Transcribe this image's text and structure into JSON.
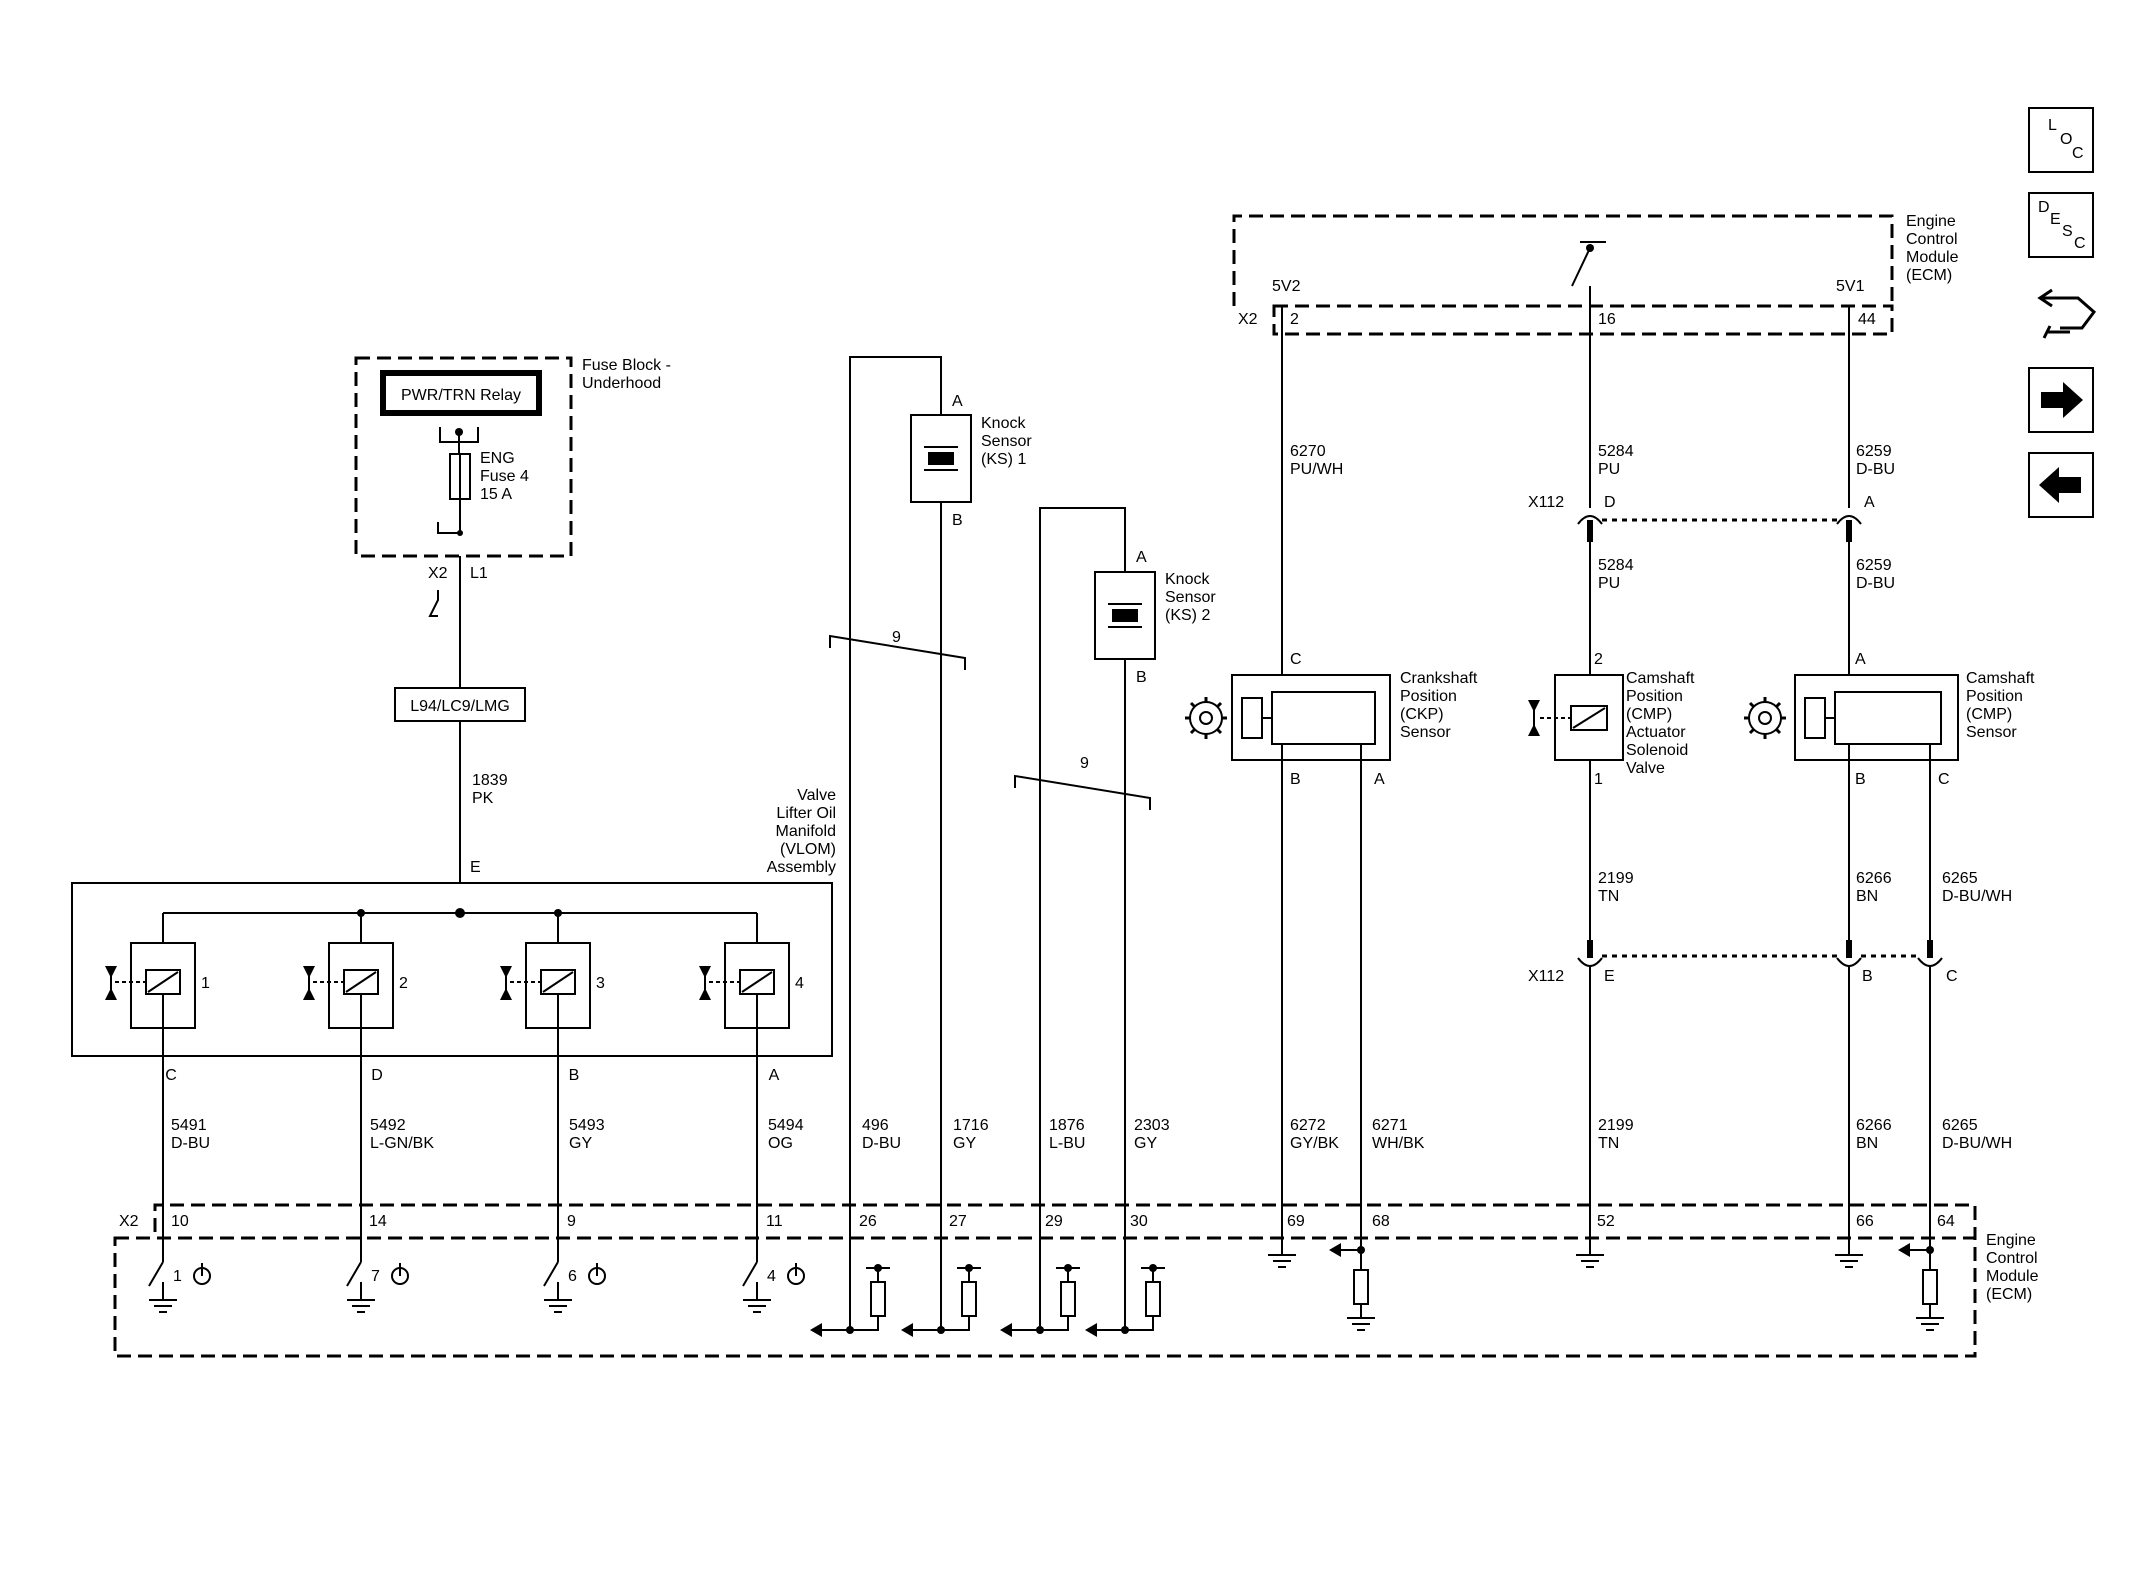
{
  "nav": {
    "loc": "L O C",
    "desc": "D E S C",
    "loc_chars": [
      "L",
      "O",
      "C"
    ],
    "desc_chars": [
      "D",
      "E",
      "S",
      "C"
    ]
  },
  "fuse_block": {
    "title_1": "Fuse Block -",
    "title_2": "Underhood",
    "relay": "PWR/TRN Relay",
    "fuse_1": "ENG",
    "fuse_2": "Fuse 4",
    "fuse_3": "15 A",
    "connector": "X2",
    "pin": "L1"
  },
  "option_box": "L94/LC9/LMG",
  "vlom": {
    "title": [
      "Valve",
      "Lifter Oil",
      "Manifold",
      "(VLOM)",
      "Assembly"
    ],
    "pin_in": "E",
    "wire_in": [
      "1839",
      "PK"
    ],
    "solenoids": [
      "1",
      "2",
      "3",
      "4"
    ],
    "pins_out": [
      "C",
      "D",
      "B",
      "A"
    ],
    "wires": [
      [
        "5491",
        "D-BU"
      ],
      [
        "5492",
        "L-GN/BK"
      ],
      [
        "5493",
        "GY"
      ],
      [
        "5494",
        "OG"
      ]
    ]
  },
  "knock": {
    "ks1": [
      "Knock",
      "Sensor",
      "(KS) 1"
    ],
    "ks2": [
      "Knock",
      "Sensor",
      "(KS) 2"
    ],
    "pin_a": "A",
    "pin_b": "B",
    "twist": "9",
    "wires": [
      [
        "496",
        "D-BU"
      ],
      [
        "1716",
        "GY"
      ],
      [
        "1876",
        "L-BU"
      ],
      [
        "2303",
        "GY"
      ]
    ]
  },
  "ecm_top": {
    "title": [
      "Engine",
      "Control",
      "Module",
      "(ECM)"
    ],
    "connector": "X2",
    "v5_2": "5V2",
    "v5_1": "5V1",
    "pins": [
      "2",
      "16",
      "44"
    ]
  },
  "ckp": {
    "title": [
      "Crankshaft",
      "Position",
      "(CKP)",
      "Sensor"
    ],
    "pin_c": "C",
    "pin_b": "B",
    "pin_a": "A",
    "wire_top": [
      "6270",
      "PU/WH"
    ],
    "wires": [
      [
        "6272",
        "GY/BK"
      ],
      [
        "6271",
        "WH/BK"
      ]
    ]
  },
  "cmp_actuator": {
    "title": [
      "Camshaft",
      "Position",
      "(CMP)",
      "Actuator",
      "Solenoid",
      "Valve"
    ],
    "pin_top": "2",
    "pin_bot": "1",
    "wire_top": [
      "5284",
      "PU"
    ],
    "wire_mid": [
      "5284",
      "PU"
    ],
    "wire_low": [
      "2199",
      "TN"
    ],
    "wire_bot": [
      "2199",
      "TN"
    ]
  },
  "cmp_sensor": {
    "title": [
      "Camshaft",
      "Position",
      "(CMP)",
      "Sensor"
    ],
    "pin_a": "A",
    "pin_b": "B",
    "pin_c": "C",
    "wire_top": [
      "6259",
      "D-BU"
    ],
    "wire_mid": [
      "6259",
      "D-BU"
    ],
    "wire_b": [
      "6266",
      "BN"
    ],
    "wire_c": [
      "6265",
      "D-BU/WH"
    ],
    "wire_b_bot": [
      "6266",
      "BN"
    ],
    "wire_c_bot": [
      "6265",
      "D-BU/WH"
    ]
  },
  "x112": {
    "label": "X112",
    "upper_pins": [
      "D",
      "A"
    ],
    "lower_pins": [
      "E",
      "B",
      "C"
    ]
  },
  "ecm_bottom": {
    "title": [
      "Engine",
      "Control",
      "Module",
      "(ECM)"
    ],
    "connector": "X2",
    "pins": [
      "10",
      "14",
      "9",
      "11",
      "26",
      "27",
      "29",
      "30",
      "69",
      "68",
      "52",
      "66",
      "64"
    ],
    "driver_nums": [
      "1",
      "7",
      "6",
      "4"
    ]
  },
  "colors": {
    "line": "#000000",
    "background": "#ffffff"
  }
}
